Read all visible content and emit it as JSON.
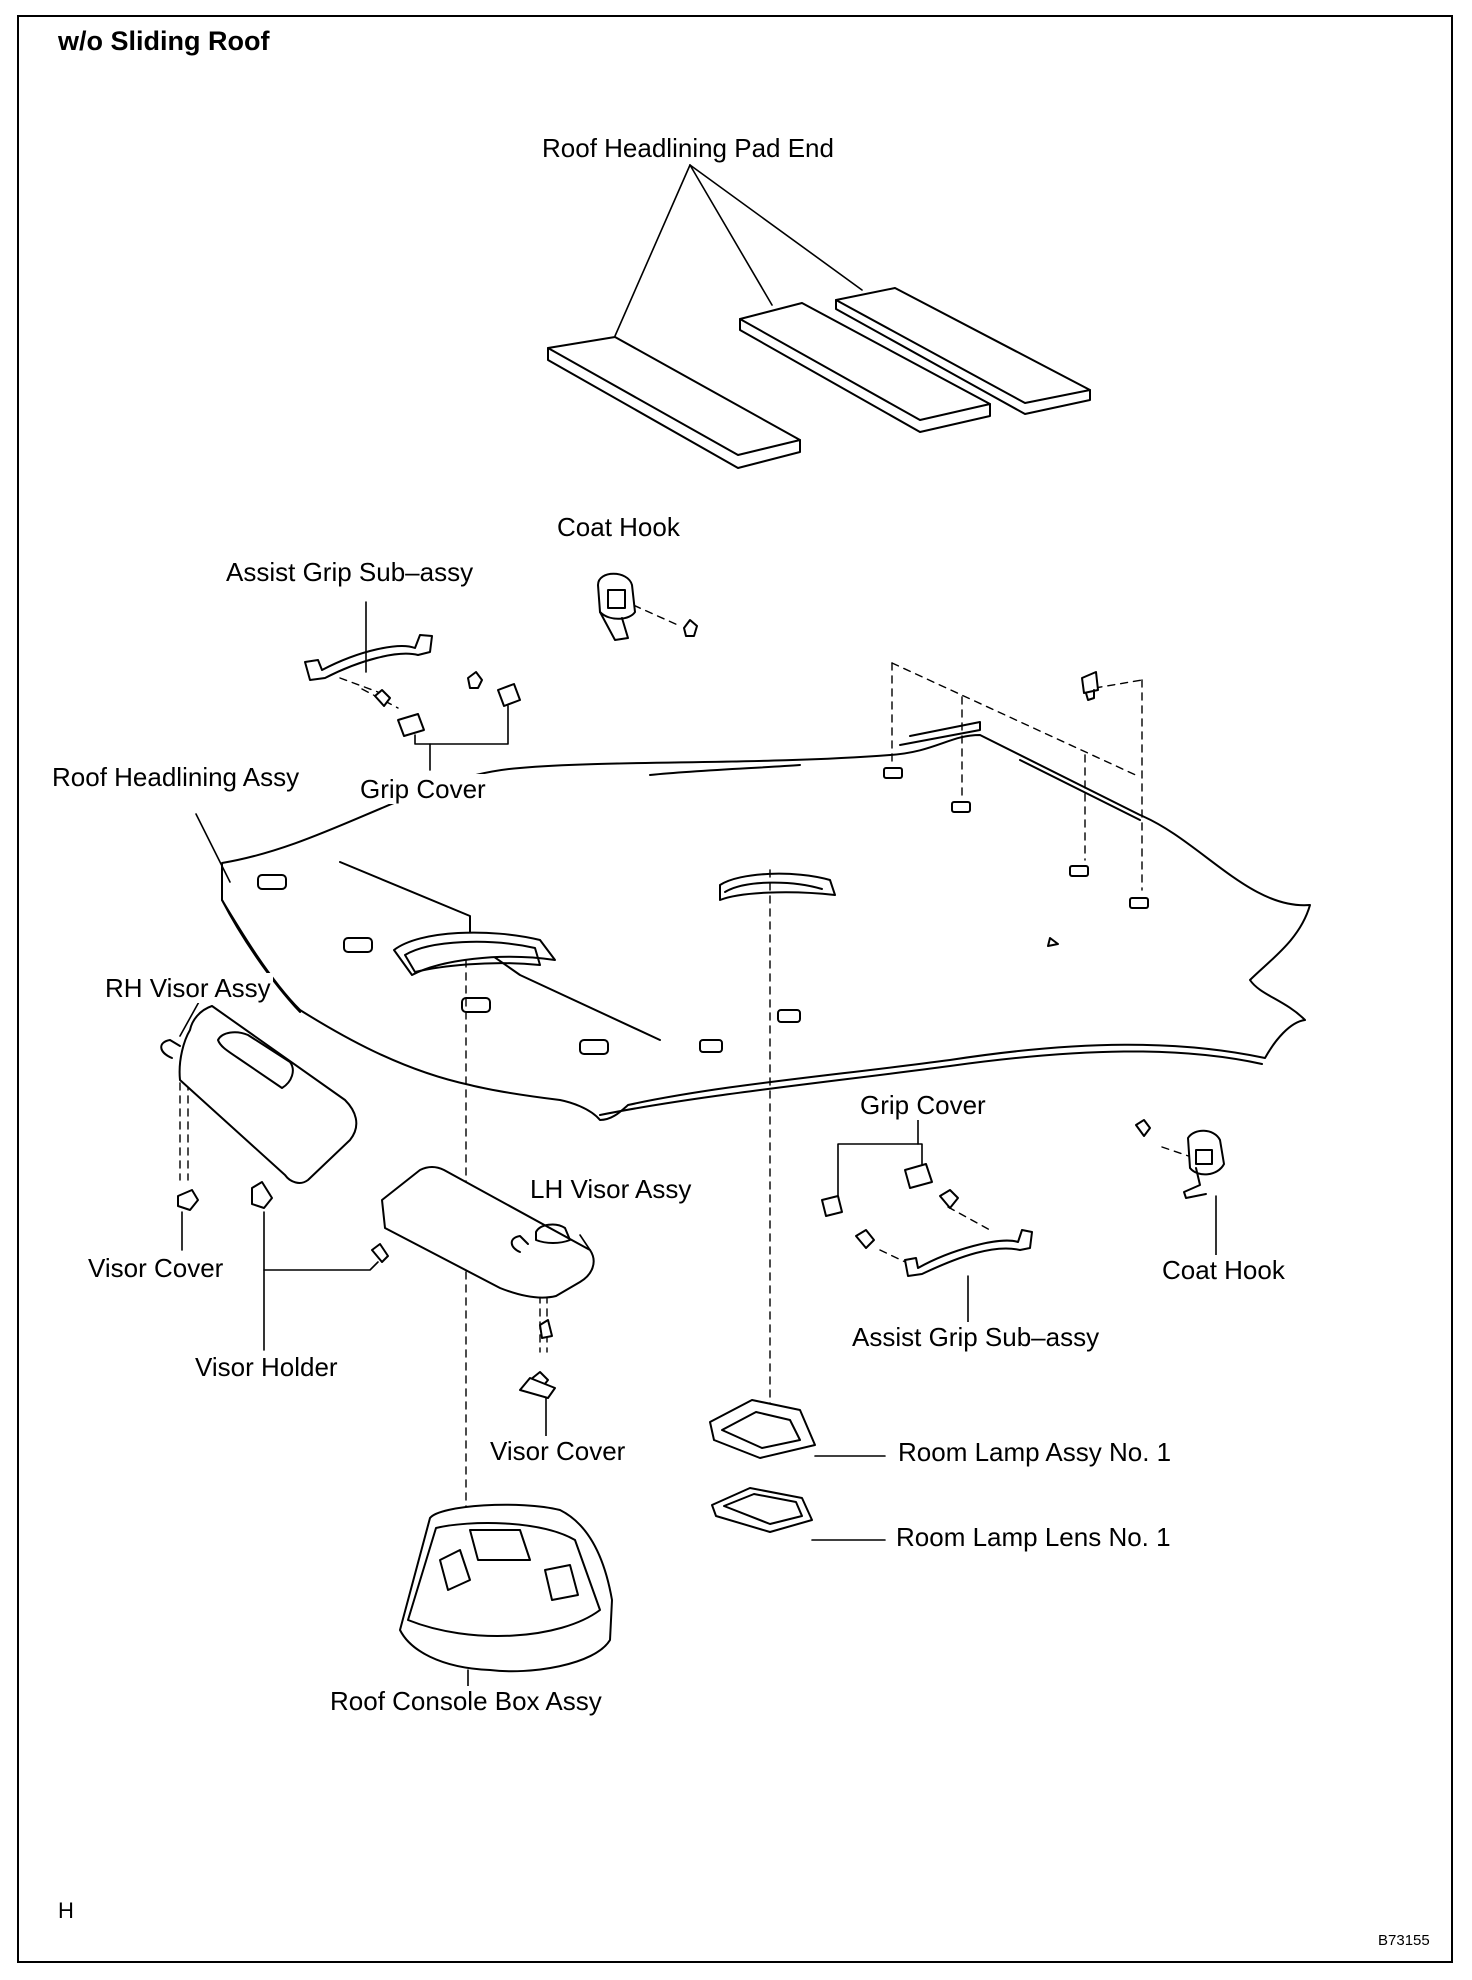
{
  "heading": "w/o Sliding Roof",
  "corner_code": "H",
  "figure_code": "B73155",
  "labels": {
    "roof_headlining_pad_end": "Roof Headlining Pad End",
    "coat_hook_top": "Coat Hook",
    "assist_grip_sub_assy_top": "Assist Grip Sub–assy",
    "roof_headlining_assy": "Roof Headlining Assy",
    "grip_cover_top": "Grip Cover",
    "rh_visor_assy": "RH Visor Assy",
    "visor_cover_left": "Visor Cover",
    "visor_holder": "Visor Holder",
    "lh_visor_assy": "LH Visor Assy",
    "visor_cover_center": "Visor Cover",
    "grip_cover_right": "Grip Cover",
    "coat_hook_right": "Coat Hook",
    "assist_grip_sub_assy_right": "Assist Grip Sub–assy",
    "room_lamp_assy_no1": "Room Lamp Assy No. 1",
    "room_lamp_lens_no1": "Room Lamp Lens No. 1",
    "roof_console_box_assy": "Roof Console Box Assy"
  },
  "colors": {
    "line": "#000000",
    "background": "#ffffff"
  }
}
